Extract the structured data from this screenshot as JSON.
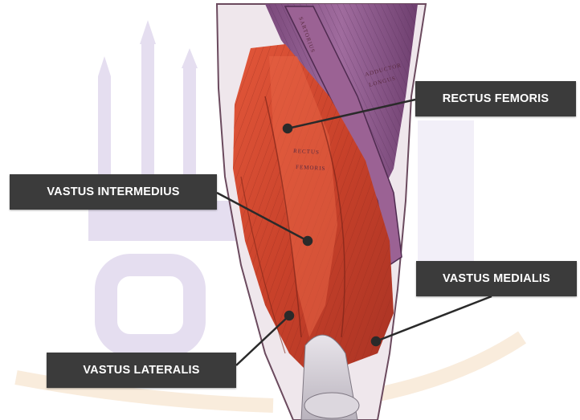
{
  "labels": {
    "rectus_femoris": "RECTUS FEMORIS",
    "vastus_intermedius": "VASTUS INTERMEDIUS",
    "vastus_medialis": "VASTUS MEDIALIS",
    "vastus_lateralis": "VASTUS LATERALIS"
  },
  "colors": {
    "label_bg": "#3b3b3b",
    "label_text": "#ffffff",
    "leader_line": "#2a2a2a",
    "muscle_red": "#d2452e",
    "muscle_purple": "#8c5a8a",
    "watermark": "#c9bde0"
  }
}
